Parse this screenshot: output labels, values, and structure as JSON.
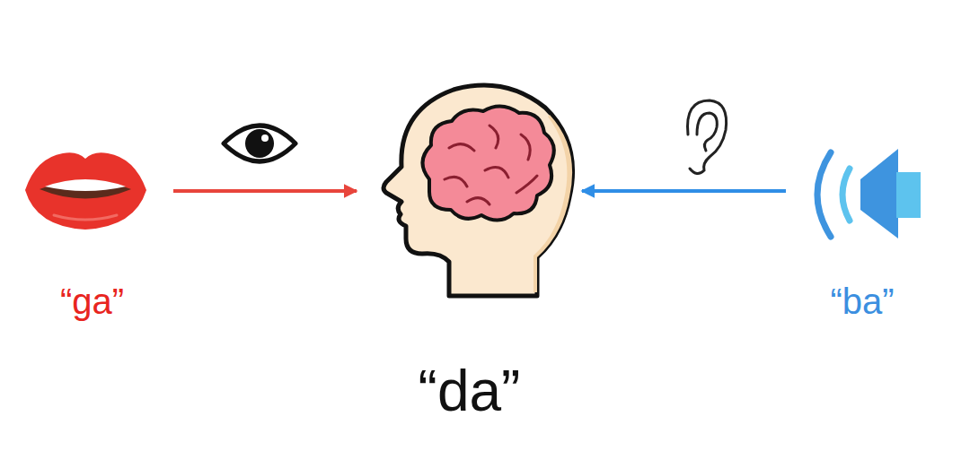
{
  "diagram": {
    "nodes": [
      {
        "text": [
          "“ga”"
        ]
      },
      {
        "text": [
          "“da”"
        ]
      },
      {
        "text": [
          "“ba”"
        ]
      }
    ],
    "edges": [
      {
        "from": 0,
        "to": 1,
        "arrow": "to"
      },
      {
        "from": 2,
        "to": 1,
        "arrow": "to"
      }
    ]
  }
}
